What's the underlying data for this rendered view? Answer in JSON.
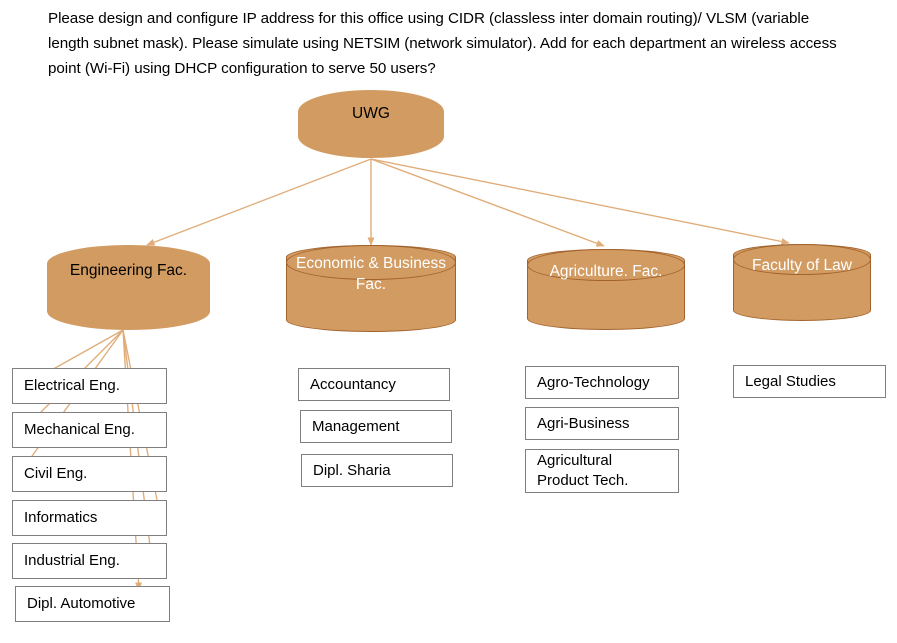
{
  "prompt": {
    "text": "Please design and configure IP address for this office using CIDR (classless inter domain routing)/ VLSM (variable length subnet mask). Please simulate using NETSIM (network simulator). Add for each department an wireless access point (Wi-Fi) using DHCP configuration to serve 50 users?"
  },
  "colors": {
    "node_fill": "#D29B61",
    "node_border": "#A2622C",
    "arrow": "#E0AC78",
    "box_border": "#7F7F7F",
    "text_dark": "#000000",
    "text_light": "#FFFFFF"
  },
  "diagram": {
    "root": {
      "label": "UWG",
      "shape": "rounded-rect",
      "text_color": "dark"
    },
    "faculties": [
      {
        "id": "engineering",
        "label": "Engineering Fac.",
        "shape": "cylinder-plain",
        "text_color": "dark",
        "departments": [
          {
            "label": "Electrical Eng."
          },
          {
            "label": "Mechanical Eng."
          },
          {
            "label": "Civil Eng."
          },
          {
            "label": "Informatics"
          },
          {
            "label": "Industrial Eng."
          },
          {
            "label": "Dipl. Automotive"
          }
        ]
      },
      {
        "id": "economic-business",
        "label": "Economic &\nBusiness Fac.",
        "shape": "cylinder",
        "text_color": "light",
        "departments": [
          {
            "label": "Accountancy"
          },
          {
            "label": "Management"
          },
          {
            "label": "Dipl. Sharia"
          }
        ]
      },
      {
        "id": "agriculture",
        "label": "Agriculture. Fac.",
        "shape": "cylinder",
        "text_color": "light",
        "departments": [
          {
            "label": "Agro-Technology"
          },
          {
            "label": "Agri-Business"
          },
          {
            "label": "Agricultural\nProduct Tech."
          }
        ]
      },
      {
        "id": "law",
        "label": "Faculty of Law",
        "shape": "cylinder",
        "text_color": "light",
        "departments": [
          {
            "label": "Legal Studies"
          }
        ]
      }
    ]
  }
}
